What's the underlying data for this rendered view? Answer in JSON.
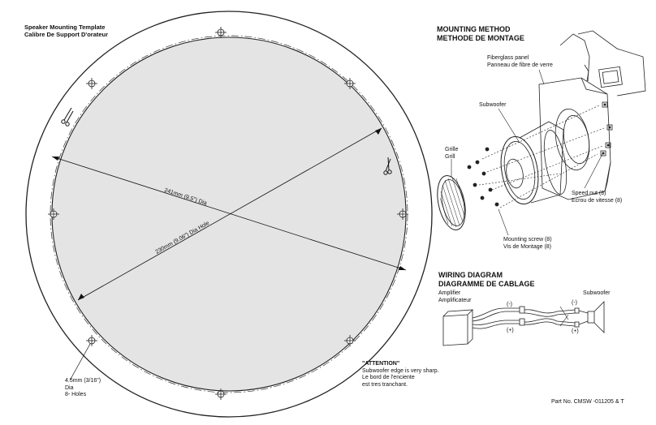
{
  "template": {
    "title_line1": "Speaker Mounting Template",
    "title_line2": "Calibre De Support D'orateur",
    "outer_dimension": "241mm (9.5\") Dia",
    "hole_dimension": "230mm (9.06\") Dia Hole",
    "screw_hole_line1": "4.5mm (3/16\")",
    "screw_hole_line2": "Dia",
    "screw_hole_line3": "8- Holes",
    "attention_title": "\"ATTENTION\"",
    "attention_line1": "Subwoofer edge is very sharp.",
    "attention_line2": "Le bord de l'enciente",
    "attention_line3": "est tres tranchant."
  },
  "mounting": {
    "heading_line1": "MOUNTING METHOD",
    "heading_line2": "METHODE DE MONTAGE",
    "panel_line1": "Fiberglass panel",
    "panel_line2": "Panneau de fibre de verre",
    "subwoofer": "Subwoofer",
    "grille_line1": "Grille",
    "grille_line2": "Grill",
    "speed_nut_line1": "Speed nut (8)",
    "speed_nut_line2": "Ecrou de vitesse (8)",
    "screw_line1": "Mounting screw (8)",
    "screw_line2": "Vis de Montage (8)"
  },
  "wiring": {
    "heading_line1": "WIRING DIAGRAM",
    "heading_line2": "DIAGRAMME DE CABLAGE",
    "amp_line1": "Amplifier",
    "amp_line2": "Amplificateur",
    "subwoofer": "Subwoofer",
    "neg_left": "(-)",
    "pos_left": "(+)",
    "neg_right": "(-)",
    "pos_right": "(+)"
  },
  "footer": {
    "part_no": "Part No. CMSW -011205 & T"
  }
}
